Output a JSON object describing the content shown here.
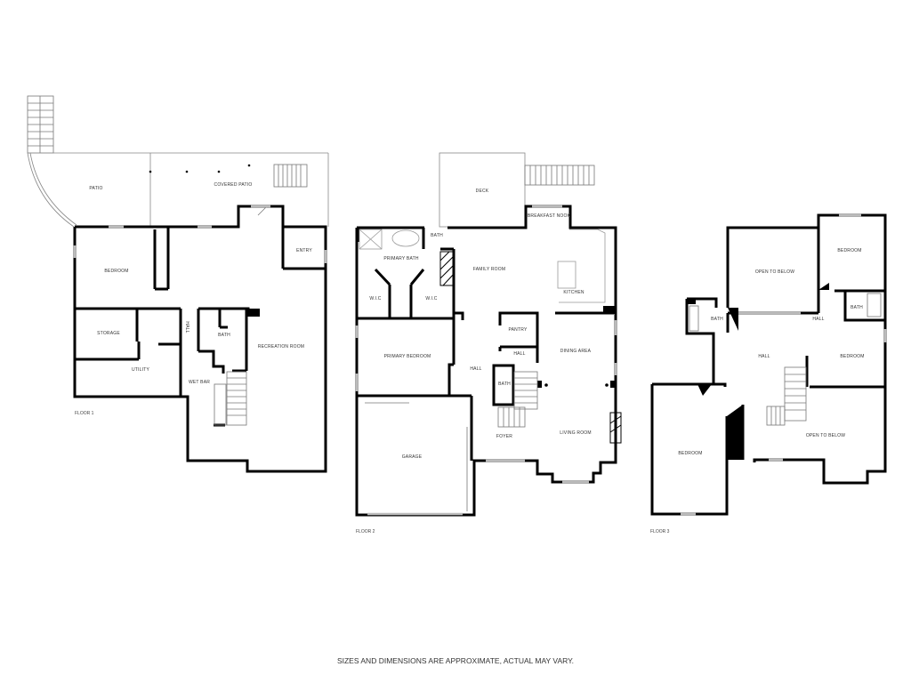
{
  "floors": [
    {
      "label": "FLOOR 1",
      "rooms": {
        "patio": "PATIO",
        "covered_patio": "COVERED PATIO",
        "bedroom": "BEDROOM",
        "entry": "ENTRY",
        "storage": "STORAGE",
        "utility": "UTILITY",
        "hall": "HALL",
        "bath": "BATH",
        "wet_bar": "WET BAR",
        "recreation_room": "RECREATION ROOM"
      }
    },
    {
      "label": "FLOOR 2",
      "rooms": {
        "deck": "DECK",
        "breakfast_nook": "BREAKFAST NOOK",
        "bath_upper": "BATH",
        "primary_bath": "PRIMARY BATH",
        "family_room": "FAMILY ROOM",
        "kitchen": "KITCHEN",
        "wic_left": "W.I.C",
        "wic_right": "W.I.C",
        "pantry": "PANTRY",
        "hall_small": "HALL",
        "primary_bedroom": "PRIMARY BEDROOM",
        "hall": "HALL",
        "bath": "BATH",
        "dining_area": "DINING AREA",
        "garage": "GARAGE",
        "foyer": "FOYER",
        "living_room": "LIVING ROOM"
      }
    },
    {
      "label": "FLOOR 3",
      "rooms": {
        "open_to_below_top": "OPEN TO BELOW",
        "bedroom_top": "BEDROOM",
        "bath_right": "BATH",
        "hall_right": "HALL",
        "bath_left": "BATH",
        "hall": "HALL",
        "bedroom_right": "BEDROOM",
        "bedroom_left": "BEDROOM",
        "open_to_below_bottom": "OPEN TO BELOW"
      }
    }
  ],
  "disclaimer": "SIZES AND DIMENSIONS ARE APPROXIMATE, ACTUAL MAY VARY."
}
